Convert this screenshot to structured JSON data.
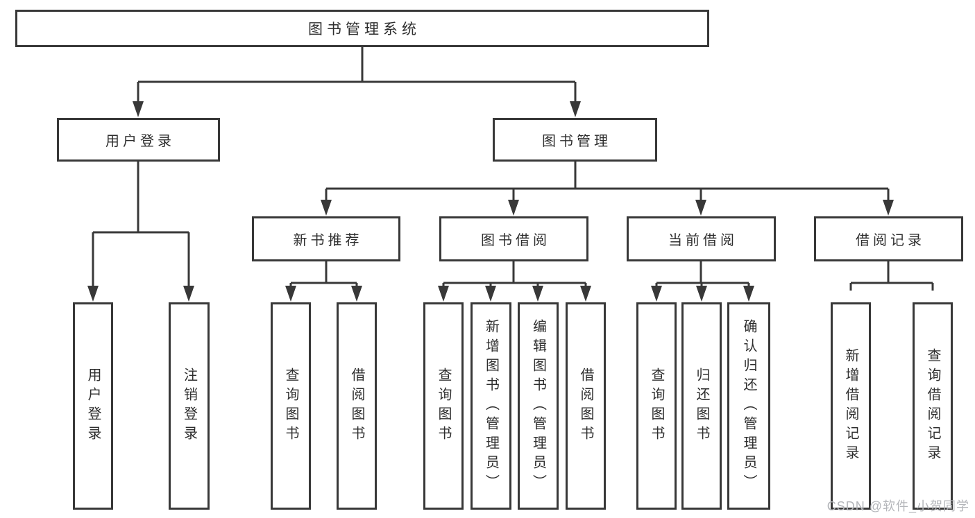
{
  "diagram": {
    "tree": {
      "label": "图书管理系统",
      "children": [
        {
          "label": "用户登录",
          "children": [
            {
              "label": "用户登录"
            },
            {
              "label": "注销登录"
            }
          ]
        },
        {
          "label": "图书管理",
          "children": [
            {
              "label": "新书推荐",
              "children": [
                {
                  "label": "查询图书"
                },
                {
                  "label": "借阅图书"
                }
              ]
            },
            {
              "label": "图书借阅",
              "children": [
                {
                  "label": "查询图书"
                },
                {
                  "label": "新增图书（管理员）"
                },
                {
                  "label": "编辑图书（管理员）"
                },
                {
                  "label": "借阅图书"
                }
              ]
            },
            {
              "label": "当前借阅",
              "children": [
                {
                  "label": "查询图书"
                },
                {
                  "label": "归还图书"
                },
                {
                  "label": "确认归还（管理员）"
                }
              ]
            },
            {
              "label": "借阅记录",
              "children": [
                {
                  "label": "新增借阅记录"
                },
                {
                  "label": "查询借阅记录"
                }
              ]
            }
          ]
        }
      ]
    },
    "colors": {
      "line": "#383838",
      "text": "#2e2e2e",
      "background": "#ffffff",
      "watermark": "#b4b6ba"
    }
  },
  "watermark": {
    "text": "CSDN @软件_小贺同学"
  }
}
